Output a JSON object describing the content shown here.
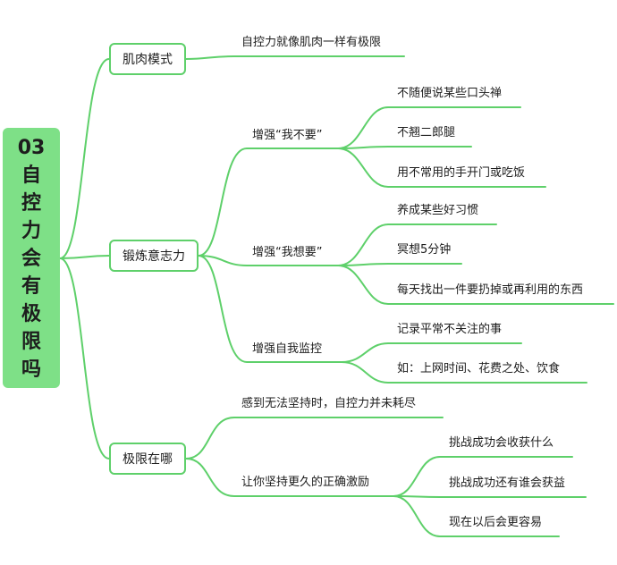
{
  "colors": {
    "line": "#5ed06a",
    "root_bg": "#7ee087"
  },
  "root": {
    "number": "03",
    "title_chars": [
      "自",
      "控",
      "力",
      "会",
      "有",
      "极",
      "限",
      "吗"
    ]
  },
  "branches": [
    {
      "label": "肌肉模式",
      "children": [
        {
          "label": "自控力就像肌肉一样有极限"
        }
      ]
    },
    {
      "label": "锻炼意志力",
      "children": [
        {
          "label": "增强“我不要”",
          "children": [
            "不随便说某些口头禅",
            "不翘二郎腿",
            "用不常用的手开门或吃饭"
          ]
        },
        {
          "label": "增强“我想要”",
          "children": [
            "养成某些好习惯",
            "冥想5分钟",
            "每天找出一件要扔掉或再利用的东西"
          ]
        },
        {
          "label": "增强自我监控",
          "children": [
            "记录平常不关注的事",
            "如：上网时间、花费之处、饮食"
          ]
        }
      ]
    },
    {
      "label": "极限在哪",
      "children": [
        {
          "label": "感到无法坚持时，自控力并未耗尽"
        },
        {
          "label": "让你坚持更久的正确激励",
          "children": [
            "挑战成功会收获什么",
            "挑战成功还有谁会获益",
            "现在以后会更容易"
          ]
        }
      ]
    }
  ]
}
